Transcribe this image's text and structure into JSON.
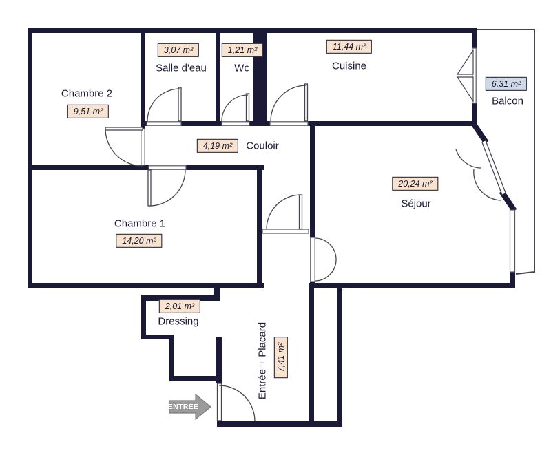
{
  "plan": {
    "type": "floor-plan",
    "colors": {
      "wall": "#1a1a36",
      "area_chip_fill": "#f8e3ce",
      "balcony_chip_fill": "#cfd9e6",
      "text": "#1a1a36",
      "entrance_arrow": "#9a9a9a",
      "background": "#ffffff"
    },
    "rooms": [
      {
        "id": "chambre2",
        "name": "Chambre 2",
        "area": "9,51 m²"
      },
      {
        "id": "salle-deau",
        "name": "Salle d'eau",
        "area": "3,07 m²"
      },
      {
        "id": "wc",
        "name": "Wc",
        "area": "1,21 m²"
      },
      {
        "id": "cuisine",
        "name": "Cuisine",
        "area": "11,44 m²"
      },
      {
        "id": "balcon",
        "name": "Balcon",
        "area": "6,31 m²"
      },
      {
        "id": "couloir",
        "name": "Couloir",
        "area": "4,19 m²"
      },
      {
        "id": "sejour",
        "name": "Séjour",
        "area": "20,24 m²"
      },
      {
        "id": "chambre1",
        "name": "Chambre 1",
        "area": "14,20 m²"
      },
      {
        "id": "dressing",
        "name": "Dressing",
        "area": "2,01 m²"
      },
      {
        "id": "entree",
        "name": "Entrée + Placard",
        "area": "7,41 m²"
      }
    ],
    "entrance_label": "ENTRÉE"
  }
}
